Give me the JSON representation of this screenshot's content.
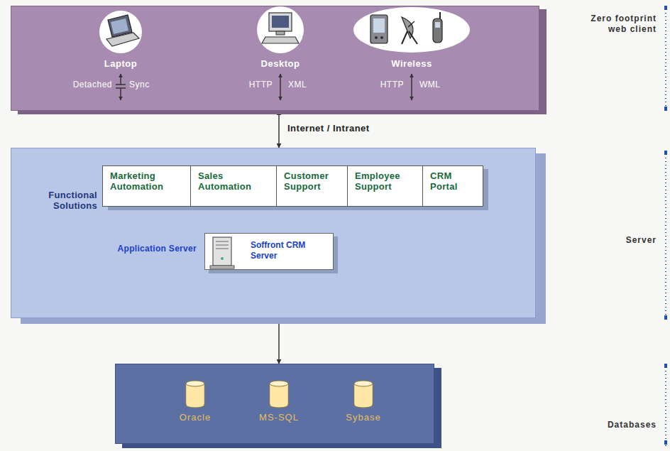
{
  "diagram": {
    "nodes": [
      {
        "text": [
          "Zero footprint web client"
        ]
      },
      {
        "text": [
          "Laptop"
        ],
        "in": 0
      },
      {
        "text": [
          "Desktop"
        ],
        "in": 0
      },
      {
        "text": [
          "Wireless"
        ],
        "in": 0
      },
      {
        "text": [
          "Server"
        ]
      },
      {
        "text": [
          "Functional Solutions"
        ],
        "in": 4
      },
      {
        "text": [
          "Marketing Automation"
        ],
        "in": 5
      },
      {
        "text": [
          "Sales Automation"
        ],
        "in": 5
      },
      {
        "text": [
          "Customer Support"
        ],
        "in": 5
      },
      {
        "text": [
          "Employee Support"
        ],
        "in": 5
      },
      {
        "text": [
          "CRM Portal"
        ],
        "in": 5
      },
      {
        "text": [
          "Application Server",
          "Soffront CRM Server"
        ],
        "in": 4
      },
      {
        "text": [
          "Databases"
        ]
      },
      {
        "text": [
          "Oracle"
        ],
        "in": 12
      },
      {
        "text": [
          "MS-SQL"
        ],
        "in": 12
      },
      {
        "text": [
          "Sybase"
        ],
        "in": 12
      }
    ],
    "edges": [
      {
        "from": 0,
        "to": 4,
        "label": "Internet / Intranet",
        "arrow": "both"
      },
      {
        "from": 5,
        "to": 11,
        "arrow": "both"
      },
      {
        "from": 4,
        "to": 12,
        "arrow": "both"
      }
    ],
    "labels": [
      "Detached",
      "Sync",
      "HTTP",
      "XML",
      "HTTP",
      "WML"
    ]
  }
}
